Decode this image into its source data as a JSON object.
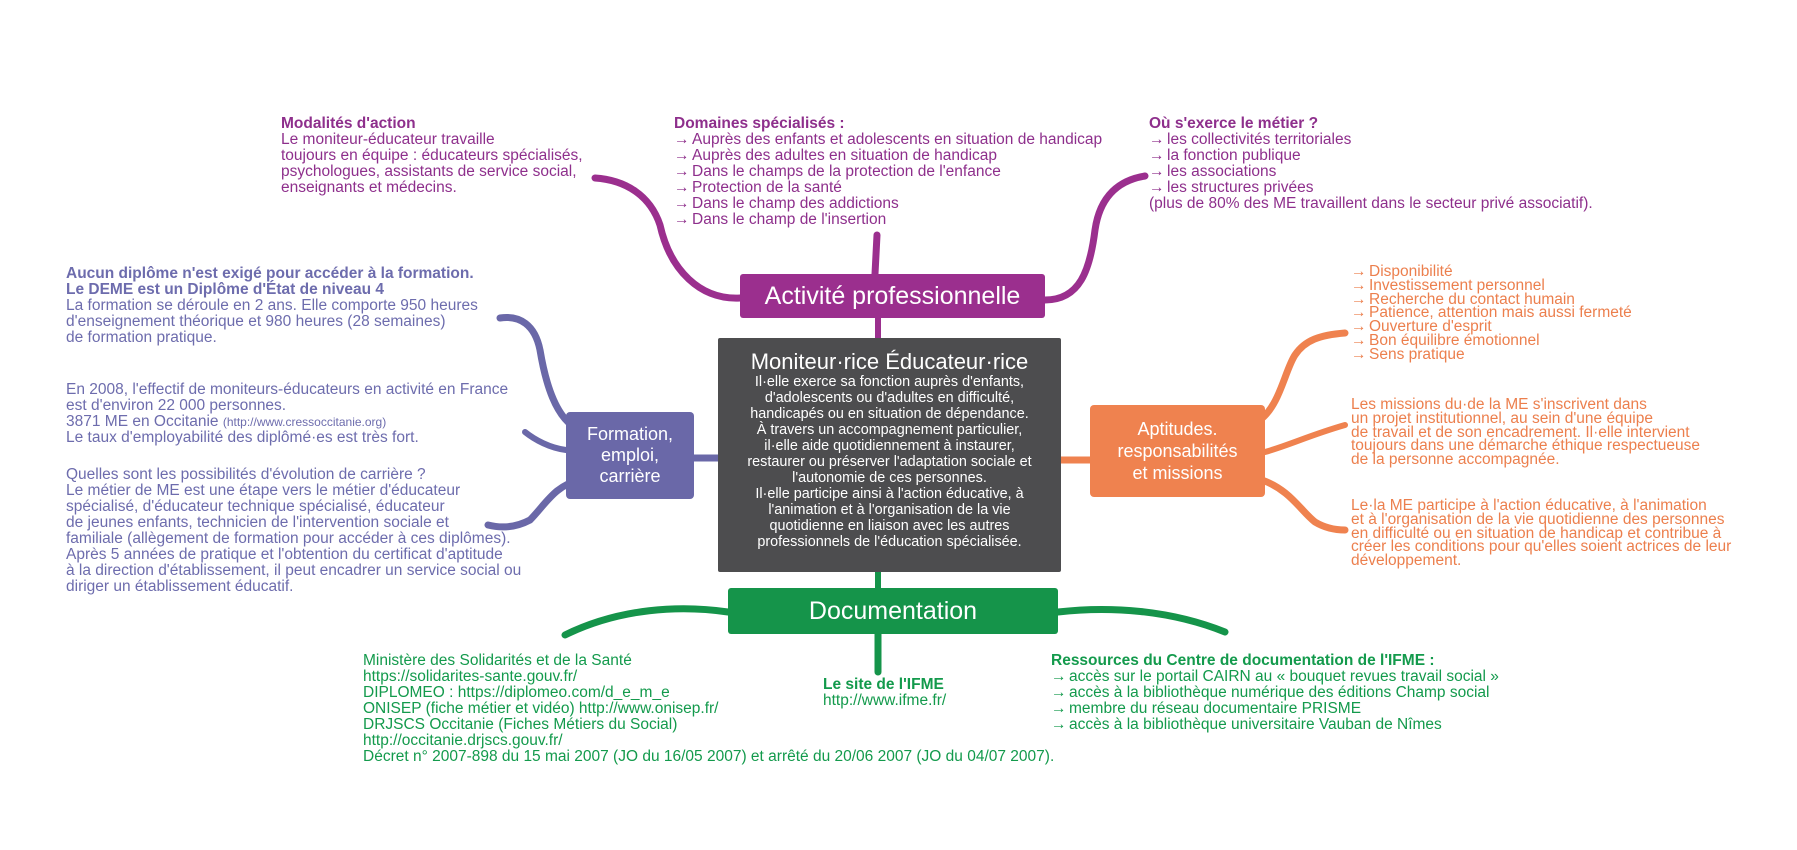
{
  "colors": {
    "activity": "#9b2f8e",
    "formation": "#6a68a8",
    "aptitudes": "#ef824f",
    "documentation": "#15944a",
    "center": "#4d4d4f"
  },
  "center": {
    "title": "Moniteur·rice Éducateur·rice",
    "lines": [
      "Il·elle exerce sa fonction auprès d'enfants,",
      "d'adolescents ou d'adultes en difficulté,",
      "handicapés ou en situation de dépendance.",
      "À travers un accompagnement particulier,",
      "il·elle aide quotidiennement à instaurer,",
      "restaurer ou préserver l'adaptation sociale et",
      "l'autonomie de ces personnes.",
      "Il·elle participe ainsi à l'action éducative, à",
      "l'animation et à l'organisation de la vie",
      "quotidienne en liaison avec les autres",
      "professionnels de l'éducation spécialisée."
    ]
  },
  "activity": {
    "label": "Activité professionnelle",
    "modalites": {
      "title": "Modalités d'action",
      "lines": [
        "Le moniteur-éducateur travaille",
        "toujours en équipe : éducateurs spécialisés,",
        "psychologues, assistants de service social,",
        "enseignants et médecins."
      ]
    },
    "domaines": {
      "title": "Domaines spécialisés :",
      "items": [
        "Auprès des enfants et adolescents en situation de handicap",
        "Auprès des adultes en situation de handicap",
        "Dans le champs de la protection de l'enfance",
        "Protection de la santé",
        "Dans le champ des addictions",
        "Dans le champ de l'insertion"
      ]
    },
    "lieux": {
      "title": "Où s'exerce le métier ?",
      "items": [
        "les collectivités territoriales",
        "la fonction publique",
        "les associations",
        "les structures privées"
      ],
      "note": "(plus de 80% des ME travaillent dans le secteur privé associatif)."
    }
  },
  "formation": {
    "label_lines": [
      "Formation,",
      "emploi,",
      "carrière"
    ],
    "diplome": {
      "bold_lines": [
        "Aucun diplôme n'est exigé pour accéder à la formation.",
        "Le DEME est un Diplôme d'État de niveau 4"
      ],
      "lines": [
        "La formation se déroule en 2 ans. Elle comporte 950 heures",
        "d'enseignement théorique et 980 heures (28 semaines)",
        "de formation pratique."
      ]
    },
    "effectif": {
      "line1": "En 2008, l'effectif de moniteurs-éducateurs en activité en France",
      "line2": "est d'environ 22 000 personnes.",
      "line3": "3871 ME en Occitanie",
      "link": "(http://www.cressoccitanie.org)",
      "line4": "Le taux d'employabilité des diplômé·es est très fort."
    },
    "carriere": {
      "lines": [
        "Quelles sont les possibilités d'évolution de carrière ?",
        "Le métier de ME est une étape vers le métier d'éducateur",
        "spécialisé, d'éducateur technique spécialisé, éducateur",
        "de jeunes enfants, technicien de l'intervention sociale et",
        "familiale (allègement de formation pour accéder à ces diplômes).",
        "Après 5 années de pratique et l'obtention du certificat d'aptitude",
        "à la direction d'établissement, il peut encadrer un service social ou",
        "diriger un établissement éducatif."
      ]
    }
  },
  "aptitudes": {
    "label_lines": [
      "Aptitudes.",
      "responsabilités",
      "et missions"
    ],
    "qualites": [
      "Disponibilité",
      "Investissement personnel",
      "Recherche du contact humain",
      "Patience, attention mais aussi fermeté",
      "Ouverture d'esprit",
      "Bon équilibre émotionnel",
      "Sens pratique"
    ],
    "missions": [
      "Les missions du·de la ME s'inscrivent  dans",
      "un projet institutionnel, au sein d'une équipe",
      "de travail et de son encadrement. Il·elle intervient",
      "toujours dans une démarche éthique respectueuse",
      "de la personne accompagnée."
    ],
    "action": [
      "Le·la ME participe à l'action éducative, à l'animation",
      "et à l'organisation de la vie quotidienne des personnes",
      "en difficulté ou en situation de handicap et contribue à",
      "créer les conditions pour qu'elles soient actrices de leur",
      "développement."
    ]
  },
  "documentation": {
    "label": "Documentation",
    "sources": [
      "Ministère des Solidarités et de la Santé",
      "https://solidarites-sante.gouv.fr/",
      "DIPLOMEO : https://diplomeo.com/d_e_m_e",
      "ONISEP (fiche métier et vidéo) http://www.onisep.fr/",
      "DRJSCS Occitanie (Fiches  Métiers du Social)",
      "http://occitanie.drjscs.gouv.fr/",
      "Décret n° 2007-898 du 15 mai 2007 (JO du 16/05 2007) et arrêté du 20/06 2007 (JO du 04/07 2007)."
    ],
    "site": {
      "title": "Le site de l'IFME",
      "url": "http://www.ifme.fr/"
    },
    "ressources": {
      "title": "Ressources du Centre de documentation de l'IFME :",
      "items": [
        "accès sur le portail CAIRN au « bouquet revues travail social »",
        "accès à la bibliothèque numérique des éditions Champ social",
        "membre du réseau documentaire PRISME",
        "accès à la bibliothèque universitaire Vauban de Nîmes"
      ]
    }
  }
}
